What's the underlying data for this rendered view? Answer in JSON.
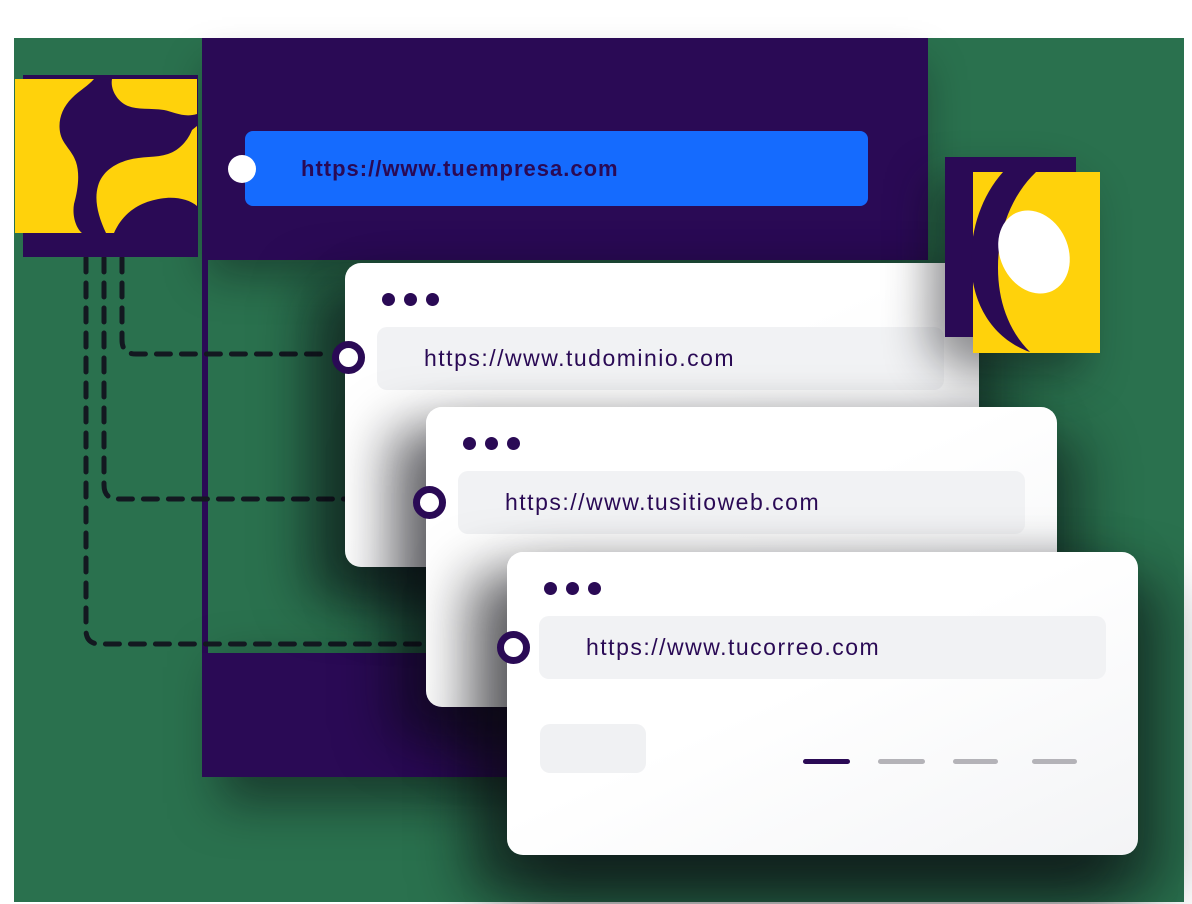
{
  "palette": {
    "background_green": "#2A714E",
    "brand_purple": "#2A0A55",
    "accent_blue": "#156BFE",
    "accent_yellow": "#FFD20B",
    "field_gray": "#F1F2F4",
    "skeleton_gray": "#B4B3B8",
    "connector_dash": "#131820",
    "white": "#FFFFFF"
  },
  "hero": {
    "url": "https://www.tuempresa.com"
  },
  "windows": [
    {
      "url": "https://www.tudominio.com"
    },
    {
      "url": "https://www.tusitioweb.com"
    },
    {
      "url": "https://www.tucorreo.com"
    }
  ],
  "icons": {
    "window_controls": "three-dots",
    "connector_node": "ring-circle",
    "globe": "world-map",
    "lens": "abstract-eye"
  }
}
